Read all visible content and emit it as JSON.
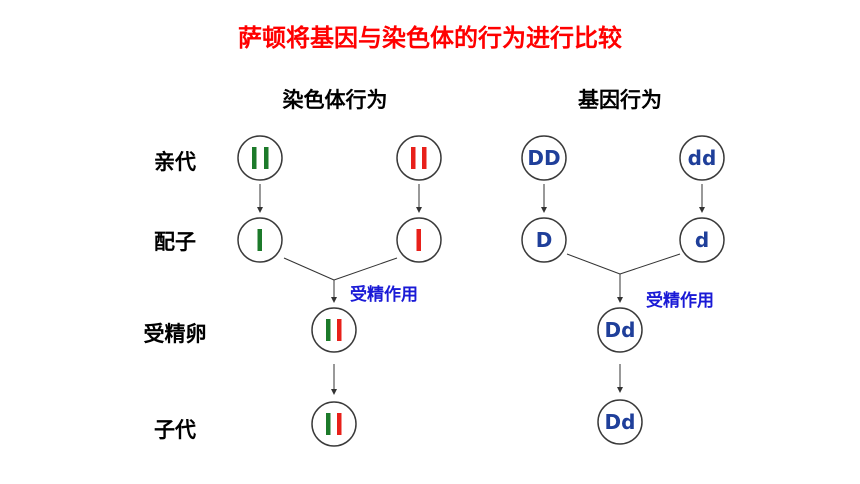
{
  "title": "萨顿将基因与染色体的行为进行比较",
  "columns": {
    "chromosome": "染色体行为",
    "gene": "基因行为"
  },
  "rows": {
    "parent": "亲代",
    "gamete": "配子",
    "zygote": "受精卵",
    "offspring": "子代"
  },
  "fertilization_label": "受精作用",
  "genes": {
    "parent_left": "DD",
    "parent_right": "dd",
    "gamete_left": "D",
    "gamete_right": "d",
    "zygote": "Dd",
    "offspring": "Dd"
  },
  "colors": {
    "title": "#ff0000",
    "label_blue": "#1a1ad6",
    "gene_text": "#1f3f9a",
    "circle_border": "#3a3a3a",
    "chromosome_green": "#1c7a2a",
    "chromosome_red": "#e8201a"
  }
}
